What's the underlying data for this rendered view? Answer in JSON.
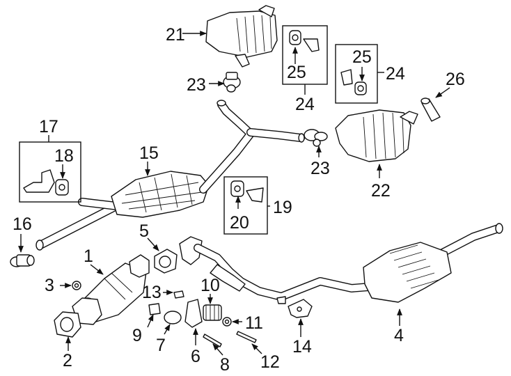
{
  "callouts": {
    "n1": "1",
    "n2": "2",
    "n3": "3",
    "n4": "4",
    "n5": "5",
    "n6": "6",
    "n7": "7",
    "n8": "8",
    "n9": "9",
    "n10": "10",
    "n11": "11",
    "n12": "12",
    "n13": "13",
    "n14": "14",
    "n15": "15",
    "n16": "16",
    "n17": "17",
    "n18": "18",
    "n19": "19",
    "n20": "20",
    "n21": "21",
    "n22": "22",
    "n23a": "23",
    "n23b": "23",
    "n24a": "24",
    "n24b": "24",
    "n25a": "25",
    "n25b": "25",
    "n26": "26"
  }
}
